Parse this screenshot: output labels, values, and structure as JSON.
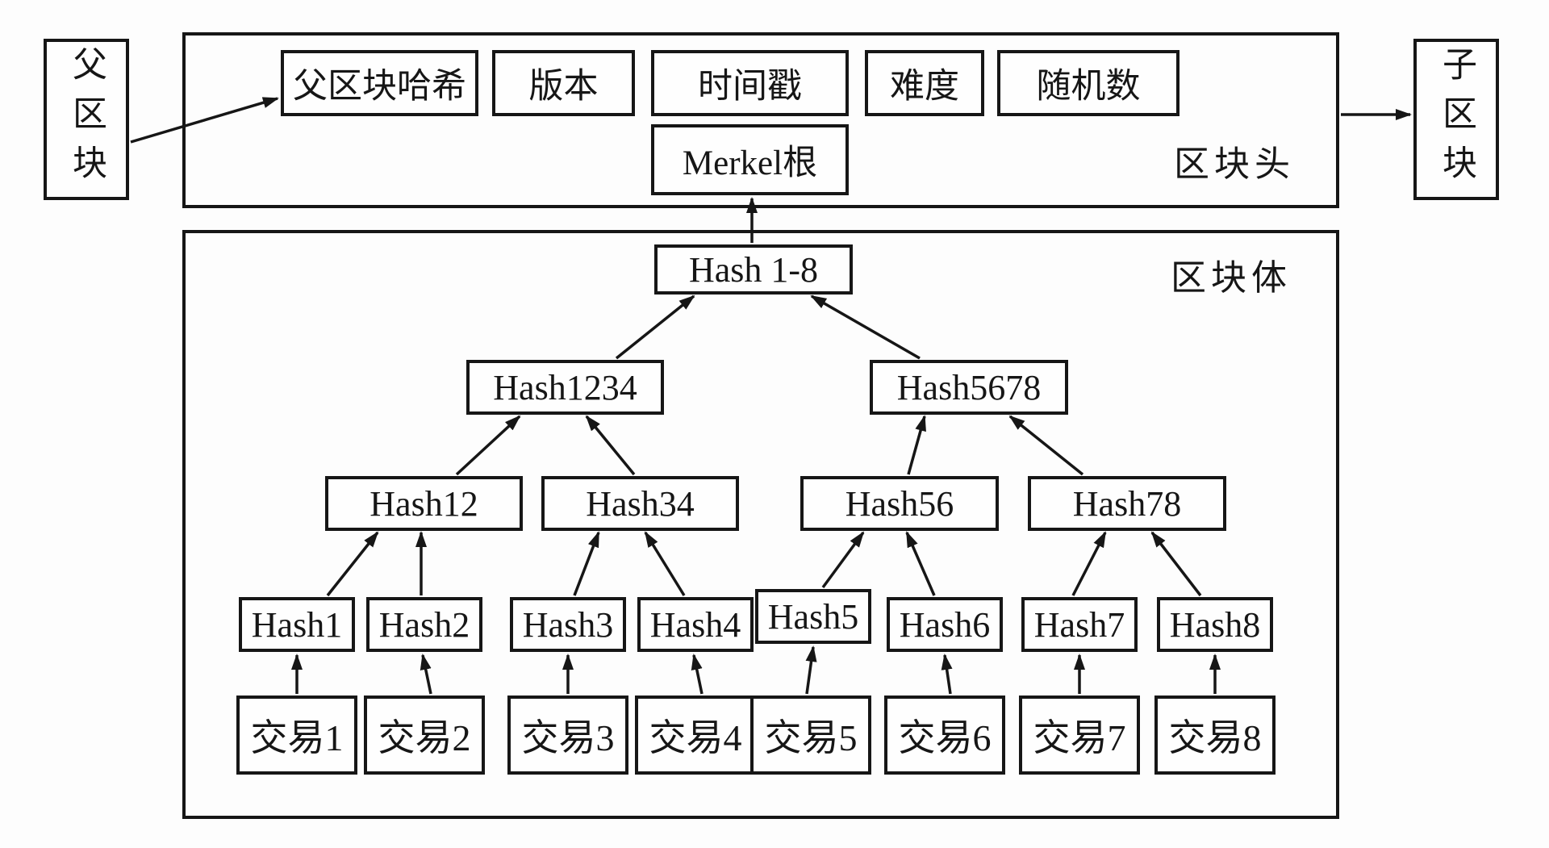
{
  "colors": {
    "ink": "#161616",
    "paper": "#fdfdfd"
  },
  "parent_block": {
    "label": "父区块"
  },
  "child_block": {
    "label": "子区块"
  },
  "header": {
    "section_label": "区块头",
    "fields": [
      {
        "id": "parent-hash",
        "label": "父区块哈希"
      },
      {
        "id": "version",
        "label": "版本"
      },
      {
        "id": "timestamp",
        "label": "时间戳"
      },
      {
        "id": "difficulty",
        "label": "难度"
      },
      {
        "id": "nonce",
        "label": "随机数"
      }
    ],
    "merkle_root_label": "Merkel根"
  },
  "body": {
    "section_label": "区块体",
    "tree": {
      "root": "Hash 1-8",
      "pair_hashes": [
        "Hash1234",
        "Hash5678"
      ],
      "quad_hashes": [
        "Hash12",
        "Hash34",
        "Hash56",
        "Hash78"
      ],
      "leaf_hashes": [
        "Hash1",
        "Hash2",
        "Hash3",
        "Hash4",
        "Hash5",
        "Hash6",
        "Hash7",
        "Hash8"
      ],
      "transactions": [
        "交易1",
        "交易2",
        "交易3",
        "交易4",
        "交易5",
        "交易6",
        "交易7",
        "交易8"
      ]
    }
  }
}
